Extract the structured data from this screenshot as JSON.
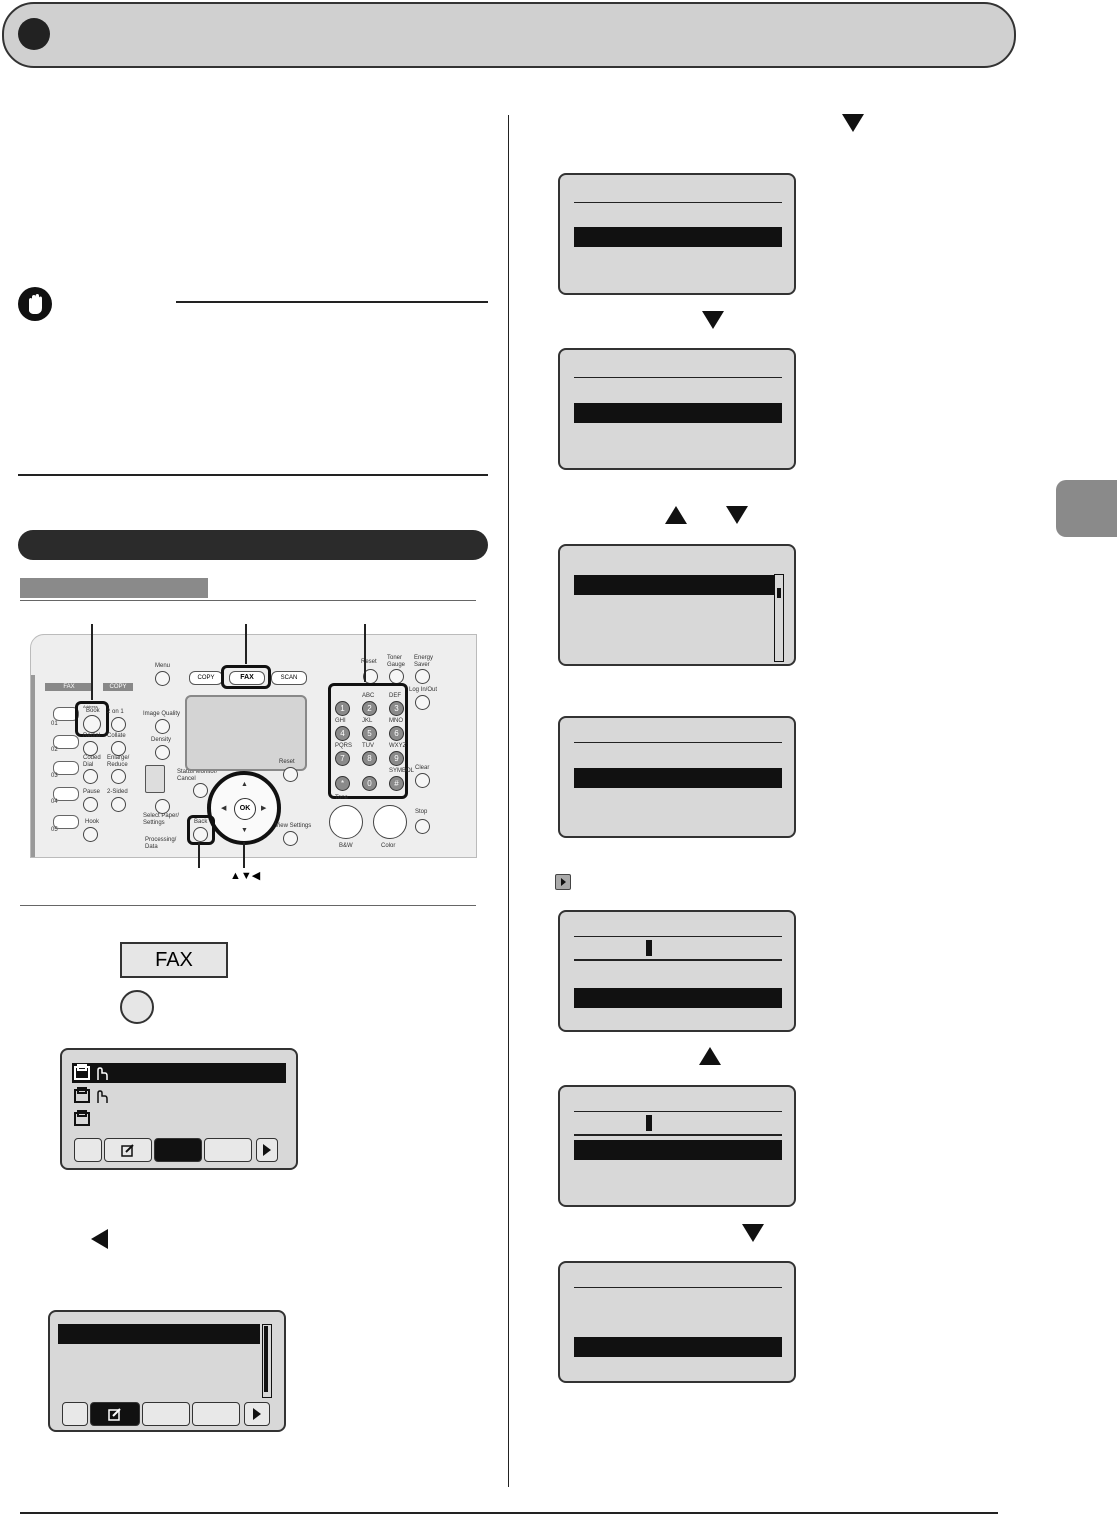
{
  "fax_key": {
    "label": "FAX"
  },
  "panel": {
    "book_key_top": "Address",
    "book_key": "Book",
    "copy_btn": "COPY",
    "fax_btn": "FAX",
    "scan_btn": "SCAN",
    "fax_tab": "FAX",
    "copy_tab": "COPY",
    "menu": "Menu",
    "image_quality": "Image Quality",
    "density": "Density",
    "status_monitor": "Status Monitor/\nCancel",
    "reset_top": "Reset",
    "reset": "Reset",
    "select_paper": "Select Paper/\nSettings",
    "processing": "Processing/\nData",
    "back": "Back",
    "view_settings": "View Settings",
    "toner": "Toner\nGauge",
    "energy": "Energy\nSaver",
    "login": "Log In/Out",
    "clear": "Clear",
    "stop": "Stop",
    "bw": "B&W",
    "color": "Color",
    "ok": "OK",
    "tone": "Tone",
    "two_on_one": "2 on 1",
    "redial": "Redial",
    "collate": "Collate",
    "coded_dial": "Coded\nDial",
    "enlarge": "Enlarge/\nReduce",
    "pause": "Pause",
    "two_sided": "2-Sided",
    "hook": "Hook",
    "onetouch": [
      "01",
      "02",
      "03",
      "04",
      "05"
    ],
    "keypad": [
      {
        "d": "1",
        "l": ""
      },
      {
        "d": "2",
        "l": "ABC"
      },
      {
        "d": "3",
        "l": "DEF"
      },
      {
        "d": "4",
        "l": "GHI"
      },
      {
        "d": "5",
        "l": "JKL"
      },
      {
        "d": "6",
        "l": "MNO"
      },
      {
        "d": "7",
        "l": "PQRS"
      },
      {
        "d": "8",
        "l": "TUV"
      },
      {
        "d": "9",
        "l": "WXYZ"
      },
      {
        "d": "*",
        "l": ""
      },
      {
        "d": "0",
        "l": ""
      },
      {
        "d": "#",
        "l": "SYMBOL"
      }
    ],
    "arrows_caption": "▲▼◀"
  }
}
